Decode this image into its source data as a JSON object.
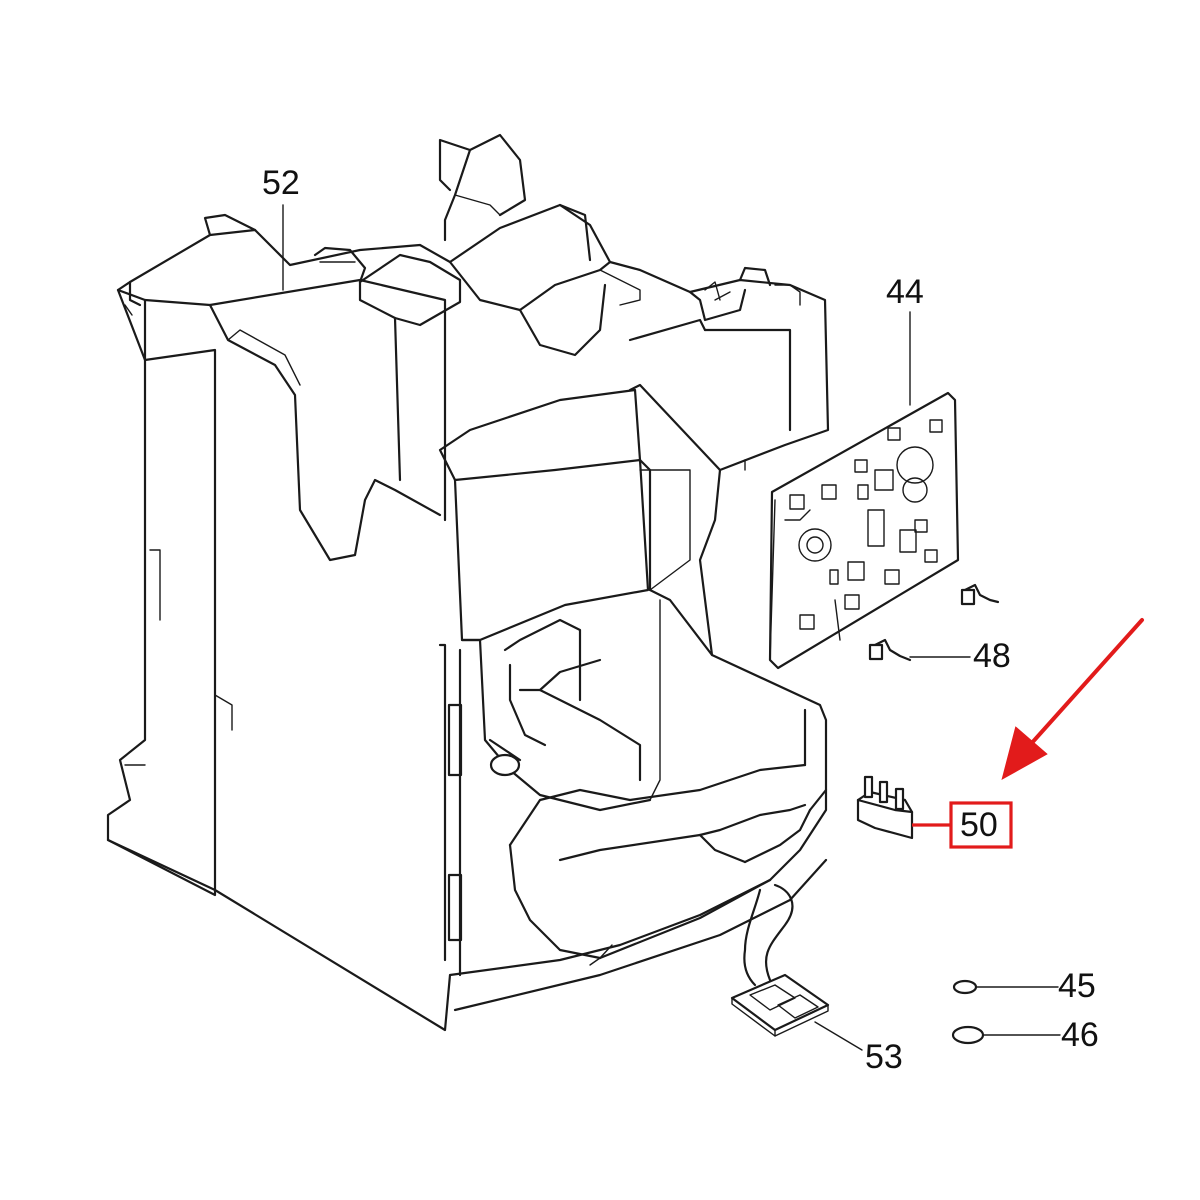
{
  "labels": {
    "p52": "52",
    "p44": "44",
    "p48": "48",
    "p50": "50",
    "p45": "45",
    "p46": "46",
    "p53": "53"
  },
  "highlight": {
    "part": "50",
    "color": "#e21b1b"
  },
  "icons": {
    "pointer": "red-arrow-icon"
  }
}
